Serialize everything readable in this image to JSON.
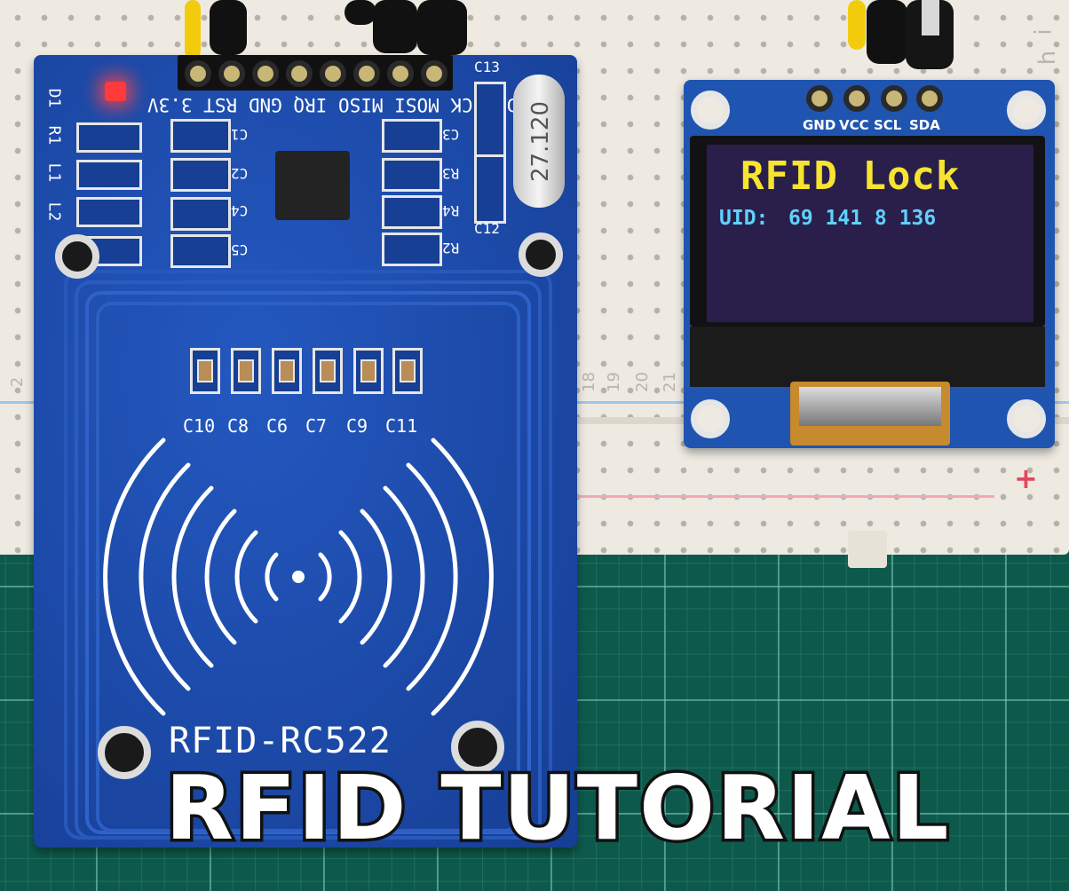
{
  "photo": {
    "caption": "RFID TUTORIAL",
    "rfid_module": {
      "title": "RFID-RC522",
      "pin_labels": [
        "SDA",
        "SCK",
        "MOSI",
        "MISO",
        "IRQ",
        "GND",
        "RST",
        "3.3V"
      ],
      "pin_label_text": "SDA SCK MOSI MISO IRQ GND RST 3.3V",
      "component_labels": [
        "C10",
        "C8",
        "C6",
        "C7",
        "C9",
        "C11"
      ],
      "top_labels": [
        "C13",
        "C12",
        "C1",
        "C2",
        "C3",
        "C4",
        "C5",
        "R1",
        "R2",
        "R3",
        "R4",
        "L1",
        "L2",
        "D1"
      ],
      "crystal_label": "27.120"
    },
    "oled": {
      "pin_labels": [
        "GND",
        "VCC",
        "SCL",
        "SDA"
      ],
      "screen_title": "RFID Lock",
      "uid_label": "UID:",
      "uid_values": "69 141 8 136"
    },
    "breadboard": {
      "column_numbers": [
        "18",
        "19",
        "20",
        "21"
      ],
      "side_number": "2",
      "row_letters": [
        "h",
        "i"
      ],
      "rail_symbol": "+"
    }
  },
  "colors": {
    "pcb_blue": "#1c49a8",
    "oled_yellow": "#f7e430",
    "oled_cyan": "#5fd1ff",
    "mat_green": "#0d5a4c",
    "breadboard": "#eeeae2"
  }
}
